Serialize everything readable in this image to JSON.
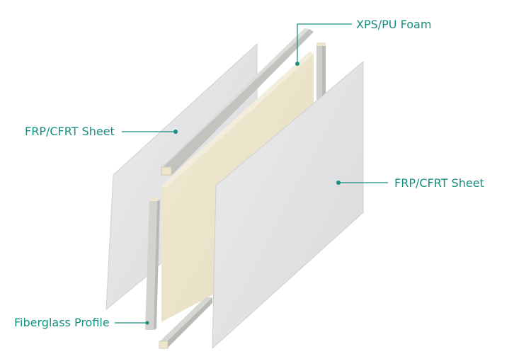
{
  "labels": {
    "foam": "XPS/PU Foam",
    "sheet_left": "FRP/CFRT Sheet",
    "sheet_right": "FRP/CFRT Sheet",
    "profile": "Fiberglass Profile"
  },
  "colors": {
    "callout": "#168f80",
    "sheet": "#e4e4e6",
    "foam": "#ece5cc",
    "profile": "#c9cac6"
  }
}
